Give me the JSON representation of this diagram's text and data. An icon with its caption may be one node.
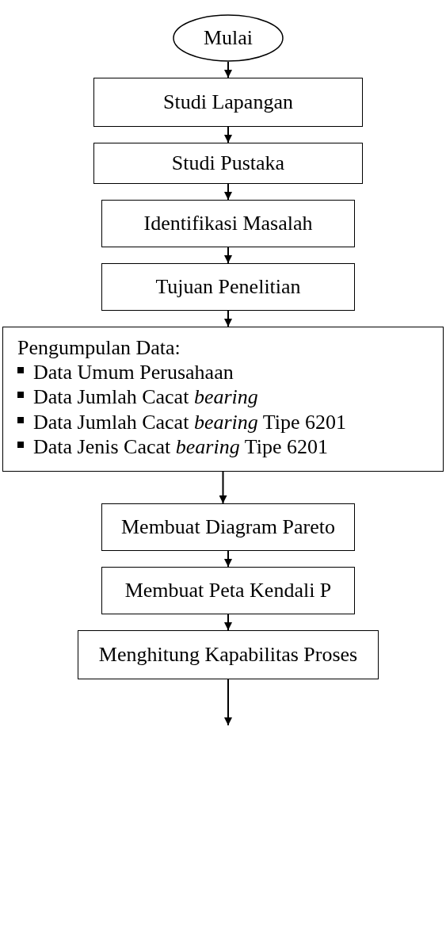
{
  "diagram": {
    "nodes": [
      {
        "text": [
          "Mulai"
        ]
      },
      {
        "text": [
          "Studi Lapangan"
        ]
      },
      {
        "text": [
          "Studi Pustaka"
        ]
      },
      {
        "text": [
          "Identifikasi Masalah"
        ]
      },
      {
        "text": [
          "Tujuan Penelitian"
        ]
      },
      {
        "text": [
          "Pengumpulan Data:",
          "Data Umum Perusahaan",
          "Data Jumlah Cacat *bearing*",
          "Data Jumlah Cacat *bearing* Tipe 6201",
          "Data Jenis Cacat *bearing* Tipe 6201"
        ]
      },
      {
        "text": [
          "Membuat Diagram Pareto"
        ]
      },
      {
        "text": [
          "Membuat Peta Kendali P"
        ]
      },
      {
        "text": [
          "Menghitung Kapabilitas Proses"
        ]
      }
    ],
    "edges": [
      {
        "from": 0,
        "to": 1,
        "arrow": "to"
      },
      {
        "from": 1,
        "to": 2,
        "arrow": "to"
      },
      {
        "from": 2,
        "to": 3,
        "arrow": "to"
      },
      {
        "from": 3,
        "to": 4,
        "arrow": "to"
      },
      {
        "from": 4,
        "to": 5,
        "arrow": "to"
      },
      {
        "from": 5,
        "to": 6,
        "arrow": "to"
      },
      {
        "from": 6,
        "to": 7,
        "arrow": "to"
      },
      {
        "from": 7,
        "to": 8,
        "arrow": "to"
      },
      {
        "from": 8,
        "to": null,
        "arrow": "to"
      }
    ]
  }
}
